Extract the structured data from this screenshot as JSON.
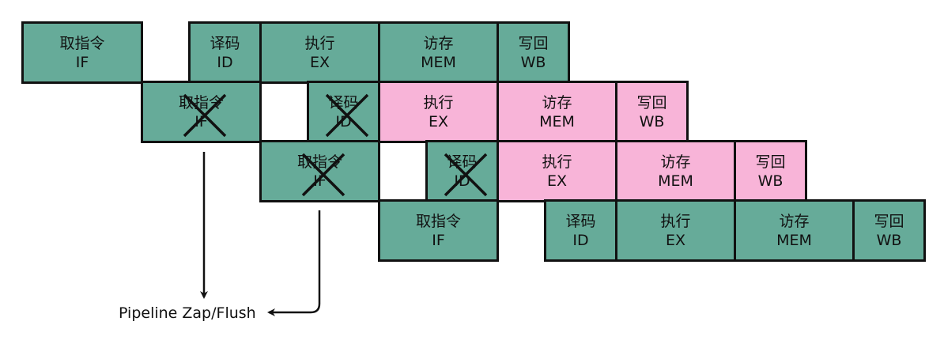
{
  "colors": {
    "normal": "#66ab99",
    "stalled": "#f8b4d8",
    "border": "#111111"
  },
  "rows": [
    {
      "stages": [
        {
          "top": "取指令",
          "bottom": "IF",
          "style": "normal",
          "flushed": false
        },
        {
          "top": "译码",
          "bottom": "ID",
          "style": "normal",
          "flushed": false
        },
        {
          "top": "执行",
          "bottom": "EX",
          "style": "normal",
          "flushed": false
        },
        {
          "top": "访存",
          "bottom": "MEM",
          "style": "normal",
          "flushed": false
        },
        {
          "top": "写回",
          "bottom": "WB",
          "style": "normal",
          "flushed": false
        }
      ]
    },
    {
      "stages": [
        {
          "top": "取指令",
          "bottom": "IF",
          "style": "normal",
          "flushed": true
        },
        {
          "top": "译码",
          "bottom": "ID",
          "style": "normal",
          "flushed": true
        },
        {
          "top": "执行",
          "bottom": "EX",
          "style": "stalled",
          "flushed": false
        },
        {
          "top": "访存",
          "bottom": "MEM",
          "style": "stalled",
          "flushed": false
        },
        {
          "top": "写回",
          "bottom": "WB",
          "style": "stalled",
          "flushed": false
        }
      ]
    },
    {
      "stages": [
        {
          "top": "取指令",
          "bottom": "IF",
          "style": "normal",
          "flushed": true
        },
        {
          "top": "译码",
          "bottom": "ID",
          "style": "normal",
          "flushed": true
        },
        {
          "top": "执行",
          "bottom": "EX",
          "style": "stalled",
          "flushed": false
        },
        {
          "top": "访存",
          "bottom": "MEM",
          "style": "stalled",
          "flushed": false
        },
        {
          "top": "写回",
          "bottom": "WB",
          "style": "stalled",
          "flushed": false
        }
      ]
    },
    {
      "stages": [
        {
          "top": "取指令",
          "bottom": "IF",
          "style": "normal",
          "flushed": false
        },
        {
          "top": "译码",
          "bottom": "ID",
          "style": "normal",
          "flushed": false
        },
        {
          "top": "执行",
          "bottom": "EX",
          "style": "normal",
          "flushed": false
        },
        {
          "top": "访存",
          "bottom": "MEM",
          "style": "normal",
          "flushed": false
        },
        {
          "top": "写回",
          "bottom": "WB",
          "style": "normal",
          "flushed": false
        }
      ]
    }
  ],
  "caption": "Pipeline Zap/Flush"
}
